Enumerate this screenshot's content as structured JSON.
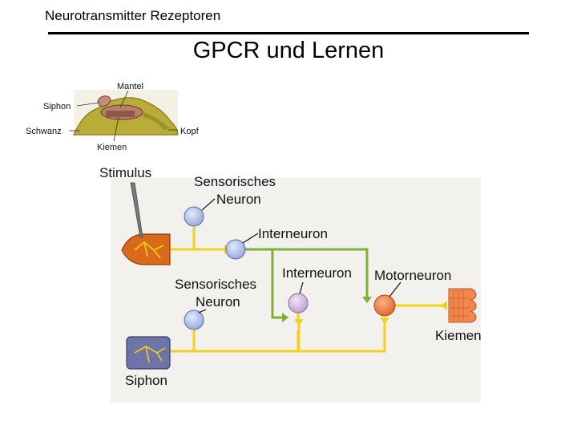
{
  "header": {
    "section": "Neurotransmitter Rezeptoren"
  },
  "slide": {
    "title": "GPCR und Lernen"
  },
  "aplysia": {
    "labels": {
      "mantel": "Mantel",
      "siphon": "Siphon",
      "schwanz": "Schwanz",
      "kiemen": "Kiemen",
      "kopf": "Kopf"
    }
  },
  "circuit": {
    "labels": {
      "stimulus": "Stimulus",
      "sensory_top_1": "Sensorisches",
      "sensory_top_2": "Neuron",
      "interneuron_1": "Interneuron",
      "interneuron_2": "Interneuron",
      "sensory_bottom_1": "Sensorisches",
      "sensory_bottom_2": "Neuron",
      "motorneuron": "Motorneuron",
      "kiemen": "Kiemen",
      "siphon": "Siphon"
    },
    "colors": {
      "axon": "#f2d21a",
      "interneuron_axon": "#7fae3a",
      "sensory_cell": "#b7c6ea",
      "interneuron_cell": "#d8c2e0",
      "motor_cell": "#f08a52",
      "tail_skin": "#d96a1c",
      "siphon_skin": "#6f74a6"
    }
  }
}
